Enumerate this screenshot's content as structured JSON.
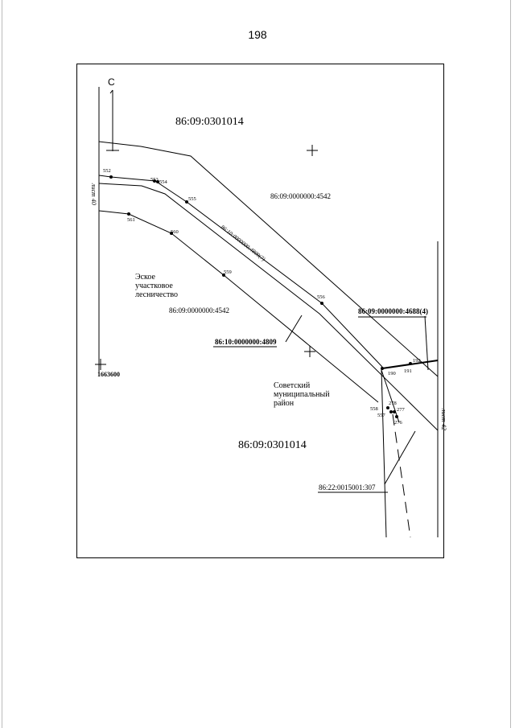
{
  "page_number": "198",
  "north_label": "С",
  "parcels": {
    "top_block": "86:09:0301014",
    "bottom_block": "86:09:0301014",
    "p4542_upper": "86:09:0000000:4542",
    "p4542_lower": "86:09:0000000:4542",
    "p4809_7": "86:10:0000000:4809(7)",
    "p4809": "86:10:0000000:4809",
    "p4688_4": "86:09:0000000:4688(4)",
    "p307": "86:22:0015001:307"
  },
  "areas": {
    "forestry": [
      "Эское",
      "участковое",
      "лесничество"
    ],
    "district": [
      "Советский",
      "муниципальный",
      "район"
    ]
  },
  "sheet_links": {
    "left": "лист 40",
    "right": "лист 42"
  },
  "coordinate_label": "1663600",
  "points": {
    "p552": "552",
    "p553": "553",
    "p554": "554",
    "p555": "555",
    "p556": "556",
    "p561": "561",
    "p560": "560",
    "p559": "559",
    "p190": "190",
    "p191": "191",
    "p192": "192",
    "p558": "558",
    "p557": "557",
    "p278": "278",
    "p277": "277",
    "p276": "276"
  }
}
